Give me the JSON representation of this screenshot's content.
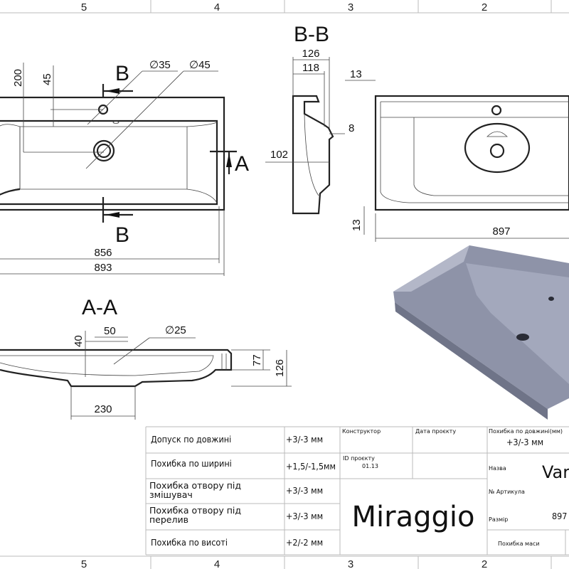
{
  "frame": {
    "columns": [
      "5",
      "4",
      "3",
      "2"
    ]
  },
  "views": {
    "top": {
      "section_b": "B",
      "section_a": "A",
      "dims": {
        "d200": "200",
        "d45": "45",
        "dia35": "∅35",
        "dia45": "∅45",
        "d856": "856",
        "d893": "893"
      }
    },
    "bb": {
      "title": "B-B",
      "dims": {
        "d126": "126",
        "d118": "118",
        "d8": "8",
        "d102": "102"
      }
    },
    "side": {
      "dims": {
        "d13a": "13",
        "d13b": "13",
        "d897": "897"
      }
    },
    "aa": {
      "title": "A-A",
      "dims": {
        "d40": "40",
        "d50": "50",
        "dia25": "∅25",
        "d77": "77",
        "d126": "126",
        "d230": "230"
      }
    }
  },
  "title_block": {
    "tolerances": [
      {
        "label": "Допуск по довжині",
        "value": "+3/-3 мм"
      },
      {
        "label": "Похибка по ширині",
        "value": "+1,5/-1,5мм"
      },
      {
        "label": "Похибка отвору під змішувач",
        "value": "+3/-3 мм"
      },
      {
        "label": "Похибка отвору під перелив",
        "value": "+3/-3 мм"
      },
      {
        "label": "Похибка по висоті",
        "value": "+2/-2 мм"
      }
    ],
    "designer_label": "Конструктор",
    "date_label": "Дата проєкту",
    "project_id_label": "ID проєкту",
    "project_id": "01.13",
    "brand": "Miraggio",
    "length_tol_label": "Похибка по довжині(мм)",
    "length_tol_value": "+3/-3 мм",
    "name_label": "Назва",
    "name_value": "Var",
    "article_label": "№ Артикула",
    "size_label": "Размір",
    "size_value": "897",
    "mass_tol_label": "Похибка маси"
  }
}
